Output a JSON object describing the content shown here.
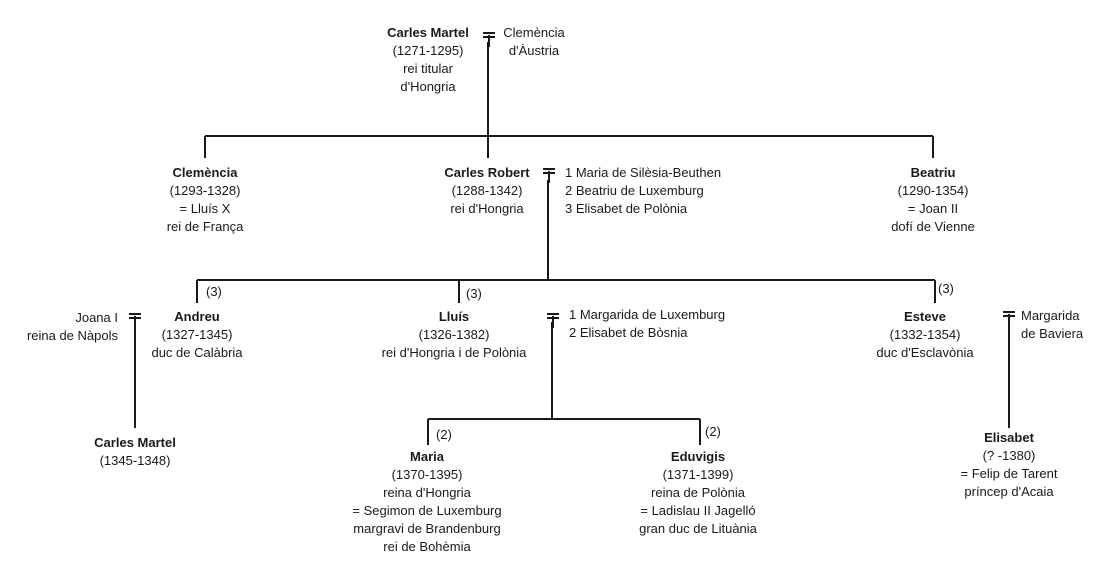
{
  "people": {
    "carles_martel": {
      "name": "Carles Martel",
      "lines": [
        "(1271-1295)",
        "rei titular",
        "d'Hongria"
      ]
    },
    "clemencia_austria": {
      "lines": [
        "Clemència",
        "d'Àustria"
      ]
    },
    "clemencia": {
      "name": "Clemència",
      "lines": [
        "(1293-1328)",
        "= Lluís X",
        "rei de França"
      ]
    },
    "carles_robert": {
      "name": "Carles Robert",
      "lines": [
        "(1288-1342)",
        "rei d'Hongria"
      ]
    },
    "carles_robert_spouses": {
      "lines": [
        "1 Maria de Silèsia-Beuthen",
        "2 Beatriu de Luxemburg",
        "3 Elisabet de Polònia"
      ]
    },
    "beatriu": {
      "name": "Beatriu",
      "lines": [
        "(1290-1354)",
        "= Joan II",
        "dofí de Vienne"
      ]
    },
    "joana": {
      "lines": [
        "Joana I",
        "reina de Nàpols"
      ]
    },
    "andreu": {
      "name": "Andreu",
      "lines": [
        "(1327-1345)",
        "duc de Calàbria"
      ]
    },
    "lluis": {
      "name": "Lluís",
      "lines": [
        "(1326-1382)",
        "rei d'Hongria i de Polònia"
      ]
    },
    "lluis_spouses": {
      "lines": [
        "1 Margarida de Luxemburg",
        "2 Elisabet de Bòsnia"
      ]
    },
    "esteve": {
      "name": "Esteve",
      "lines": [
        "(1332-1354)",
        "duc d'Esclavònia"
      ]
    },
    "margarida_baviera": {
      "lines": [
        "Margarida",
        "de Baviera"
      ]
    },
    "carles_martel_2": {
      "name": "Carles Martel",
      "lines": [
        "(1345-1348)"
      ]
    },
    "maria": {
      "name": "Maria",
      "lines": [
        "(1370-1395)",
        "reina d'Hongria",
        "= Segimon de Luxemburg",
        "margravi de Brandenburg",
        "rei de Bohèmia"
      ]
    },
    "eduvigis": {
      "name": "Eduvigis",
      "lines": [
        "(1371-1399)",
        "reina de Polònia",
        "= Ladislau II Jagelló",
        "gran duc de Lituània"
      ]
    },
    "elisabet": {
      "name": "Elisabet",
      "lines": [
        "(? -1380)",
        "= Felip de Tarent",
        "príncep d'Acaia"
      ]
    }
  },
  "marriage_marks": {
    "andreu": "(3)",
    "lluis": "(3)",
    "esteve": "(3)",
    "maria": "(2)",
    "eduvigis": "(2)"
  }
}
